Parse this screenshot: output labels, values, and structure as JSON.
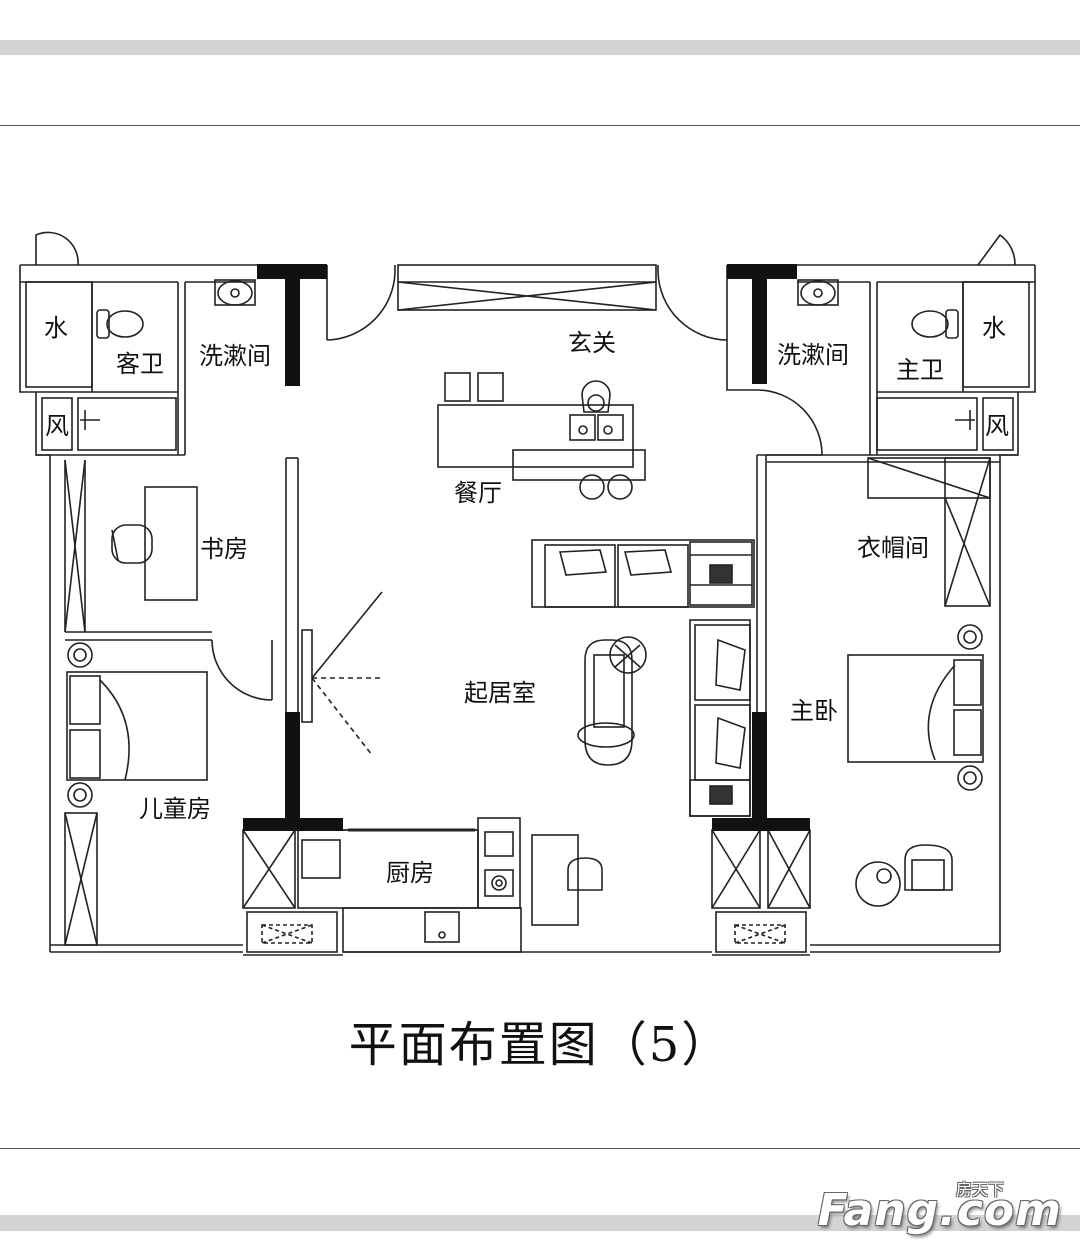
{
  "title": "平面布置图（5）",
  "rooms": {
    "water_left": "水",
    "guest_bath": "客卫",
    "washroom_left": "洗漱间",
    "foyer": "玄关",
    "washroom_right": "洗漱间",
    "master_bath": "主卫",
    "water_right": "水",
    "wind_left": "风",
    "wind_right": "风",
    "dining": "餐厅",
    "study": "书房",
    "cloakroom": "衣帽间",
    "living": "起居室",
    "master_bedroom": "主卧",
    "kids_room": "儿童房",
    "kitchen": "厨房"
  },
  "watermark": {
    "main": "Fang.com",
    "sub": "房天下"
  }
}
